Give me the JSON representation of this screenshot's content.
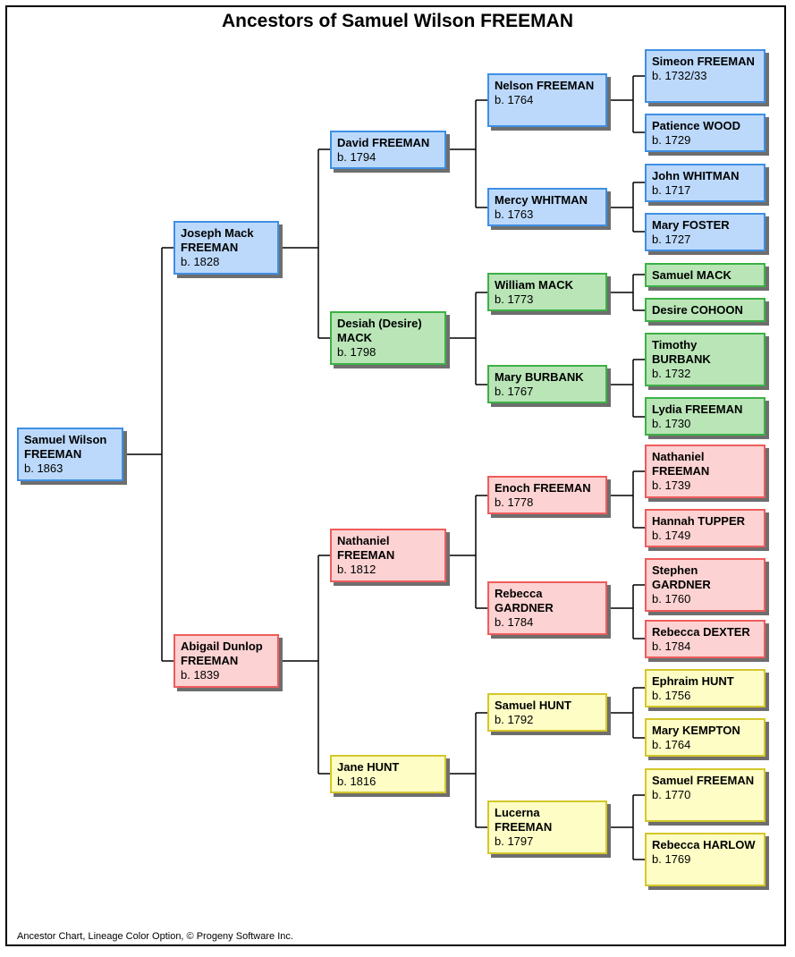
{
  "title": "Ancestors of Samuel Wilson FREEMAN",
  "footer": "Ancestor Chart, Lineage Color Option, © Progeny Software Inc.",
  "colors": {
    "blue": "#bcd9fb",
    "green": "#b9e5b7",
    "red": "#fdd2d2",
    "yellow": "#fdfdc5"
  },
  "people": {
    "p1": {
      "name": "Samuel Wilson FREEMAN",
      "birth": "b. 1863",
      "color": "blue"
    },
    "p2": {
      "name": "Joseph Mack FREEMAN",
      "birth": "b. 1828",
      "color": "blue"
    },
    "p3": {
      "name": "Abigail Dunlop FREEMAN",
      "birth": "b. 1839",
      "color": "red"
    },
    "p4": {
      "name": "David FREEMAN",
      "birth": "b. 1794",
      "color": "blue"
    },
    "p5": {
      "name": "Desiah (Desire) MACK",
      "birth": "b. 1798",
      "color": "green"
    },
    "p6": {
      "name": "Nathaniel FREEMAN",
      "birth": "b. 1812",
      "color": "red"
    },
    "p7": {
      "name": "Jane HUNT",
      "birth": "b. 1816",
      "color": "yellow"
    },
    "p8": {
      "name": "Nelson FREEMAN",
      "birth": "b. 1764",
      "color": "blue"
    },
    "p9": {
      "name": "Mercy WHITMAN",
      "birth": "b. 1763",
      "color": "blue"
    },
    "p10": {
      "name": "William MACK",
      "birth": "b. 1773",
      "color": "green"
    },
    "p11": {
      "name": "Mary BURBANK",
      "birth": "b. 1767",
      "color": "green"
    },
    "p12": {
      "name": "Enoch FREEMAN",
      "birth": "b. 1778",
      "color": "red"
    },
    "p13": {
      "name": "Rebecca GARDNER",
      "birth": "b. 1784",
      "color": "red"
    },
    "p14": {
      "name": "Samuel HUNT",
      "birth": "b. 1792",
      "color": "yellow"
    },
    "p15": {
      "name": "Lucerna FREEMAN",
      "birth": "b. 1797",
      "color": "yellow"
    },
    "p16": {
      "name": "Simeon FREEMAN",
      "birth": "b. 1732/33",
      "color": "blue"
    },
    "p17": {
      "name": "Patience WOOD",
      "birth": "b. 1729",
      "color": "blue"
    },
    "p18": {
      "name": "John WHITMAN",
      "birth": "b. 1717",
      "color": "blue"
    },
    "p19": {
      "name": "Mary FOSTER",
      "birth": "b. 1727",
      "color": "blue"
    },
    "p20": {
      "name": "Samuel MACK",
      "birth": "",
      "color": "green"
    },
    "p21": {
      "name": "Desire COHOON",
      "birth": "",
      "color": "green"
    },
    "p22": {
      "name": "Timothy BURBANK",
      "birth": "b. 1732",
      "color": "green"
    },
    "p23": {
      "name": "Lydia FREEMAN",
      "birth": "b. 1730",
      "color": "green"
    },
    "p24": {
      "name": "Nathaniel FREEMAN",
      "birth": "b. 1739",
      "color": "red"
    },
    "p25": {
      "name": "Hannah TUPPER",
      "birth": "b. 1749",
      "color": "red"
    },
    "p26": {
      "name": "Stephen GARDNER",
      "birth": "b. 1760",
      "color": "red"
    },
    "p27": {
      "name": "Rebecca DEXTER",
      "birth": "b. 1784",
      "color": "red"
    },
    "p28": {
      "name": "Ephraim HUNT",
      "birth": "b. 1756",
      "color": "yellow"
    },
    "p29": {
      "name": "Mary KEMPTON",
      "birth": "b. 1764",
      "color": "yellow"
    },
    "p30": {
      "name": "Samuel FREEMAN",
      "birth": "b. 1770",
      "color": "yellow"
    },
    "p31": {
      "name": "Rebecca HARLOW",
      "birth": "b. 1769",
      "color": "yellow"
    }
  }
}
